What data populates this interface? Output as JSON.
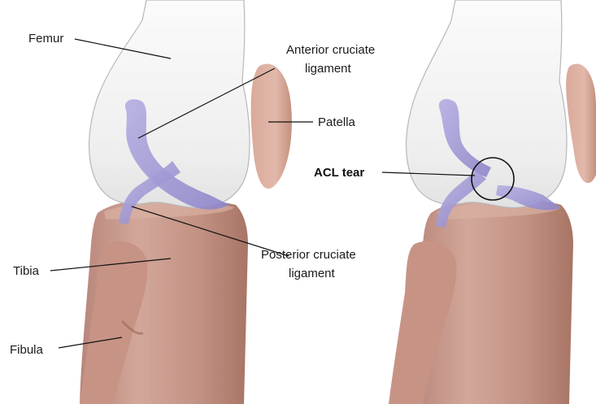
{
  "labels": {
    "femur": "Femur",
    "acl_line1": "Anterior cruciate",
    "acl_line2": "ligament",
    "patella": "Patella",
    "acl_tear": "ACL tear",
    "pcl_line1": "Posterior cruciate",
    "pcl_line2": "ligament",
    "tibia": "Tibia",
    "fibula": "Fibula"
  },
  "colors": {
    "bone_skin": "#c99a8c",
    "bone_shadow": "#a87565",
    "femur_glass": "#f3f3f3",
    "femur_outline": "#b8b8b8",
    "ligament": "#a9a2d8",
    "ligament_dark": "#8077c0",
    "background": "#ffffff"
  }
}
